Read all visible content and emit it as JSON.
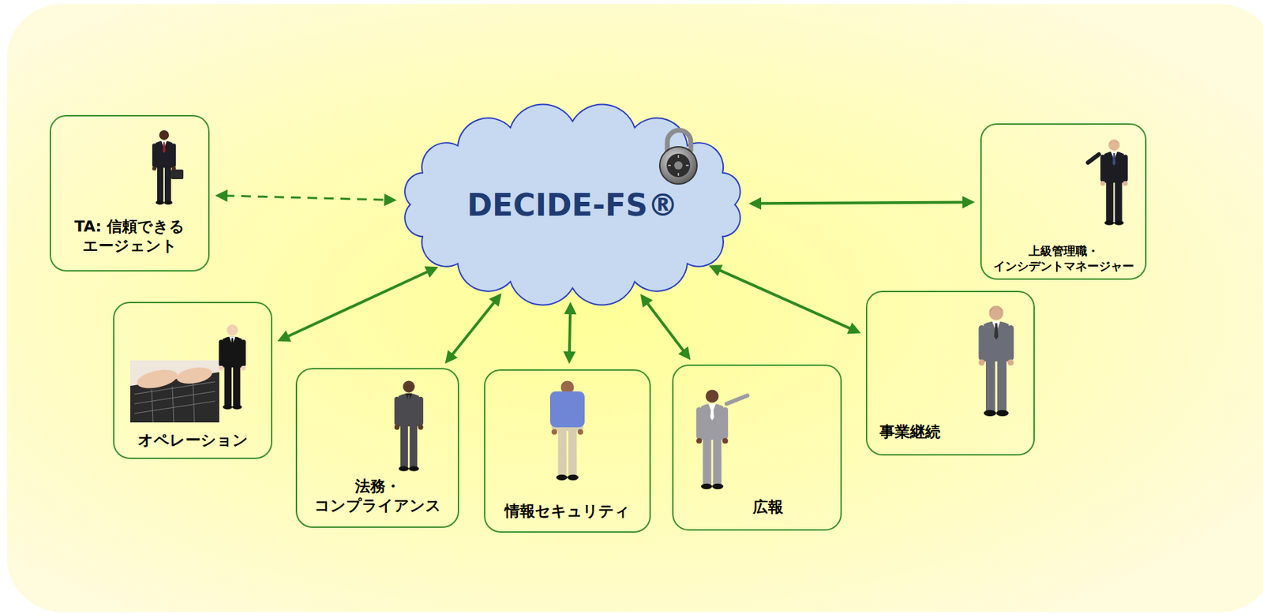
{
  "diagram": {
    "nodes": [
      {
        "text": [
          "DECIDE-FS®"
        ]
      },
      {
        "text": [
          "TA: 信頼できる エージェント"
        ]
      },
      {
        "text": [
          "オペレーション"
        ]
      },
      {
        "text": [
          "法務・ コンプライアンス"
        ]
      },
      {
        "text": [
          "情報セキュリティ"
        ]
      },
      {
        "text": [
          "広報"
        ]
      },
      {
        "text": [
          "事業継続"
        ]
      },
      {
        "text": [
          "上級管理職・ インシデントマネージャー"
        ]
      }
    ],
    "edges": [
      {
        "from": 1,
        "to": 0,
        "arrow": "both"
      },
      {
        "from": 0,
        "to": 2,
        "arrow": "both"
      },
      {
        "from": 0,
        "to": 3,
        "arrow": "both"
      },
      {
        "from": 0,
        "to": 4,
        "arrow": "both"
      },
      {
        "from": 0,
        "to": 5,
        "arrow": "both"
      },
      {
        "from": 0,
        "to": 6,
        "arrow": "both"
      },
      {
        "from": 0,
        "to": 7,
        "arrow": "both"
      }
    ]
  }
}
